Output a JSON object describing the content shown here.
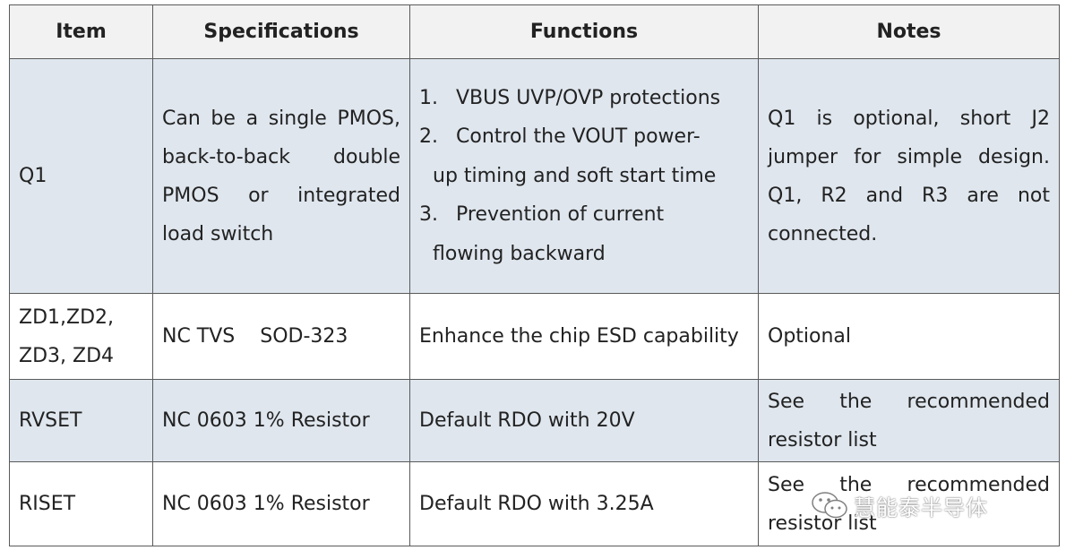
{
  "table": {
    "headers": {
      "item": "Item",
      "specifications": "Specifications",
      "functions": "Functions",
      "notes": "Notes"
    },
    "rows": [
      {
        "item": "Q1",
        "spec": "Can be a single PMOS, back-to-back double PMOS or integrated load switch",
        "functions": [
          {
            "num": "1.",
            "first": "VBUS UVP/OVP protections",
            "rest": ""
          },
          {
            "num": "2.",
            "first": "Control the VOUT power-",
            "rest": "up timing and soft start time"
          },
          {
            "num": "3.",
            "first": "Prevention of current",
            "rest": "flowing backward"
          }
        ],
        "notes": "Q1 is optional, short J2 jumper for simple design. Q1, R2 and R3 are not connected."
      },
      {
        "item": "ZD1,ZD2, ZD3, ZD4",
        "spec": "NC TVS    SOD-323",
        "function": "Enhance the chip ESD capability",
        "notes": "Optional"
      },
      {
        "item": "RVSET",
        "spec": "NC 0603 1% Resistor",
        "function": "Default RDO with 20V",
        "notes": "See the recommended resistor list"
      },
      {
        "item": "RISET",
        "spec": "NC 0603 1% Resistor",
        "function": "Default RDO with 3.25A",
        "notes": "See the recommended resistor list"
      }
    ]
  },
  "watermark": {
    "icon": "wechat-icon",
    "text": "慧能泰半导体"
  },
  "colors": {
    "shaded_row": "#dfe6ee",
    "header_bg": "#f2f2f2",
    "border": "#5a5a5a"
  }
}
